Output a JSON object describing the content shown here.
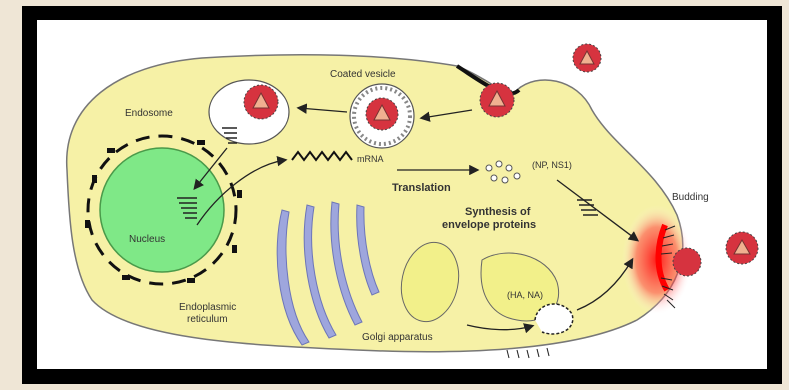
{
  "labels": {
    "coated_vesicle": "Coated vesicle",
    "endosome": "Endosome",
    "mrna": "mRNA",
    "np_ns1": "(NP, NS1)",
    "translation": "Translation",
    "nucleus": "Nucleus",
    "budding": "Budding",
    "synthesis_line1": "Synthesis of",
    "synthesis_line2": "envelope proteins",
    "er_line1": "Endoplasmic",
    "er_line2": "reticulum",
    "ha_na": "(HA, NA)",
    "golgi": "Golgi apparatus"
  },
  "colors": {
    "background": "#efe6d6",
    "frame": "#000000",
    "cell": "#f6f1a6",
    "nucleus": "#7fe887",
    "virus": "#d6333f",
    "er": "#9ea6dd",
    "golgi": "#f2f08a",
    "budding": "#ff2020"
  }
}
